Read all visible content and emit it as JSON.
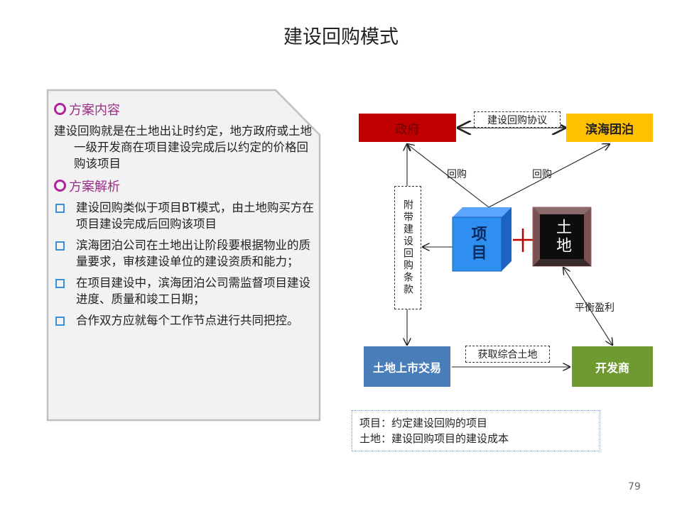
{
  "title": "建设回购模式",
  "panel": {
    "section1": "方案内容",
    "intro": "建设回购就是在土地出让时约定，地方政府或土地一级开发商在项目建设完成后以约定的价格回购该项目",
    "section2": "方案解析",
    "bullets": [
      "建设回购类似于项目BT模式，由土地购买方在项目建设完成后回购该项目",
      "滨海团泊公司在土地出让阶段要根据物业的质量要求，审核建设单位的建设资质和能力；",
      "在项目建设中，滨海团泊公司需监督项目建设进度、质量和竣工日期；",
      "合作双方应就每个工作节点进行共同把控。"
    ]
  },
  "diagram": {
    "government": "政府",
    "binhai": "滨海团泊",
    "agreement": "建设回购协议",
    "buyback_left": "回购",
    "buyback_right": "回购",
    "clause": "附带建设回购条款",
    "project": "项目",
    "land": "土地",
    "balance": "平衡盈利",
    "land_market": "土地上市交易",
    "developer": "开发商",
    "acquire": "获取综合土地",
    "colors": {
      "government": "#c00000",
      "binhai": "#ffc000",
      "project": "#2f8ff0",
      "land_market": "#4a7ebb",
      "developer": "#6f9a31"
    }
  },
  "legend": {
    "line1": "项目：约定建设回购的项目",
    "line2": "土地：建设回购项目的建设成本"
  },
  "page_number": "79"
}
